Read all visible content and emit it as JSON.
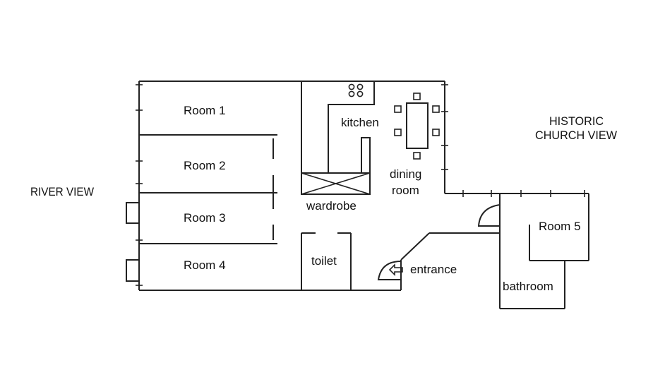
{
  "labels": {
    "room1": "Room 1",
    "room2": "Room 2",
    "room3": "Room 3",
    "room4": "Room 4",
    "room5": "Room 5",
    "kitchen": "kitchen",
    "dining_line1": "dining",
    "dining_line2": "room",
    "wardrobe": "wardrobe",
    "toilet": "toilet",
    "entrance": "entrance",
    "bathroom": "bathroom",
    "river_view": "RIVER VIEW",
    "church_line1": "HISTORIC",
    "church_line2": "CHURCH VIEW"
  },
  "colors": {
    "wall": "#222222",
    "text": "#111111",
    "background": "#ffffff"
  }
}
